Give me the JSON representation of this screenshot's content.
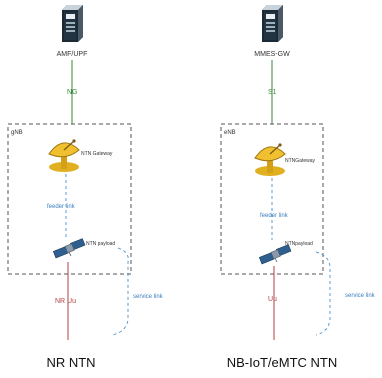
{
  "left": {
    "core_label": "AMF/UPF",
    "interface_label": "NG",
    "box_label": "gNB",
    "gateway_label": "NTN Gateway",
    "feeder_label": "feeder link",
    "payload_label": "NTN payload",
    "uu_label": "NR Uu",
    "service_label": "service link",
    "caption": "NR NTN"
  },
  "right": {
    "core_label": "MMES-GW",
    "interface_label": "S1",
    "box_label": "eNB",
    "gateway_label": "NTNGateway",
    "feeder_label": "feeder link",
    "payload_label": "NTNpayload",
    "uu_label": "Uu",
    "service_label": "service link",
    "caption": "NB-IoT/eMTC NTN"
  },
  "colors": {
    "interface_line": "#3a8a3a",
    "feeder_line": "#5a9bd5",
    "uu_line": "#b04040",
    "box_border": "#555555"
  }
}
